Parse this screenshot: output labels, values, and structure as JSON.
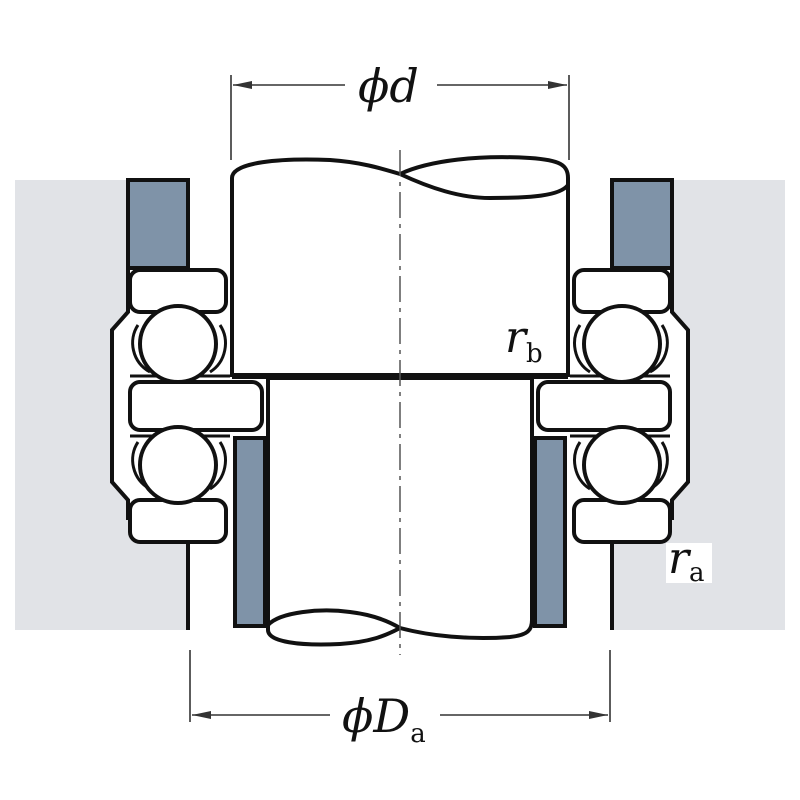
{
  "diagram": {
    "type": "technical-cross-section",
    "subject": "double-direction thrust ball bearing mounting",
    "colors": {
      "background": "#ffffff",
      "housing": "#e1e3e7",
      "shaded_part": "#7f93a8",
      "outline": "#111111",
      "centerline": "#555555"
    },
    "labels": {
      "shaft_diameter": {
        "symbol": "ϕ",
        "main": "d",
        "sub": ""
      },
      "housing_diameter": {
        "symbol": "ϕ",
        "main": "D",
        "sub": "a"
      },
      "fillet_shaft": {
        "main": "r",
        "sub": "b"
      },
      "fillet_housing": {
        "main": "r",
        "sub": "a"
      }
    },
    "components": [
      "housing-left",
      "housing-right",
      "housing-washer-top-left",
      "housing-washer-top-right",
      "shaft-upper",
      "shaft-lower",
      "spacer-sleeve-left",
      "spacer-sleeve-right",
      "ball-upper-left",
      "ball-lower-left",
      "ball-upper-right",
      "ball-lower-right",
      "center-shaft-washer-left",
      "center-shaft-washer-right"
    ]
  }
}
